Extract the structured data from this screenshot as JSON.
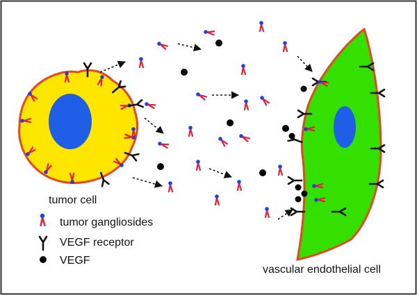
{
  "labels": {
    "tumor_cell": "tumor cell",
    "endothelial_cell": "vascular endothelial cell"
  },
  "legend": {
    "gangliosides": "tumor gangliosides",
    "receptor": "VEGF receptor",
    "vegf": "VEGF"
  },
  "colors": {
    "border": "#333333",
    "tumor_fill": "#ffe600",
    "tumor_outline": "#e8461e",
    "nucleus": "#1f5fe8",
    "endothelial_fill": "#33e000",
    "endothelial_outline": "#e8461e",
    "ganglioside_tail": "#e81e3a",
    "ganglioside_head": "#1f3fe8",
    "receptor": "#111111",
    "vegf": "#000000"
  }
}
